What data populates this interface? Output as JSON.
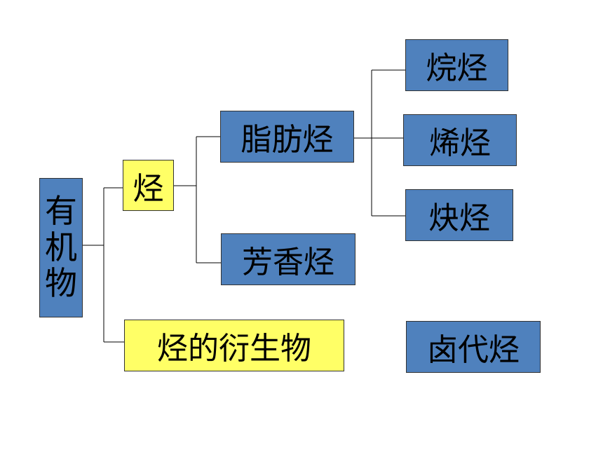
{
  "colors": {
    "blue": "#4f81bd",
    "yellow": "#ffff66",
    "line": "#000000"
  },
  "nodes": {
    "root": {
      "chars": [
        "有",
        "机",
        "物"
      ]
    },
    "hydrocarbon": "烃",
    "aliphatic": "脂肪烃",
    "aromatic": "芳香烃",
    "alkane": "烷烃",
    "alkene": "烯烃",
    "alkyne": "炔烃",
    "derivative": "烃的衍生物",
    "halo": "卤代烃"
  }
}
